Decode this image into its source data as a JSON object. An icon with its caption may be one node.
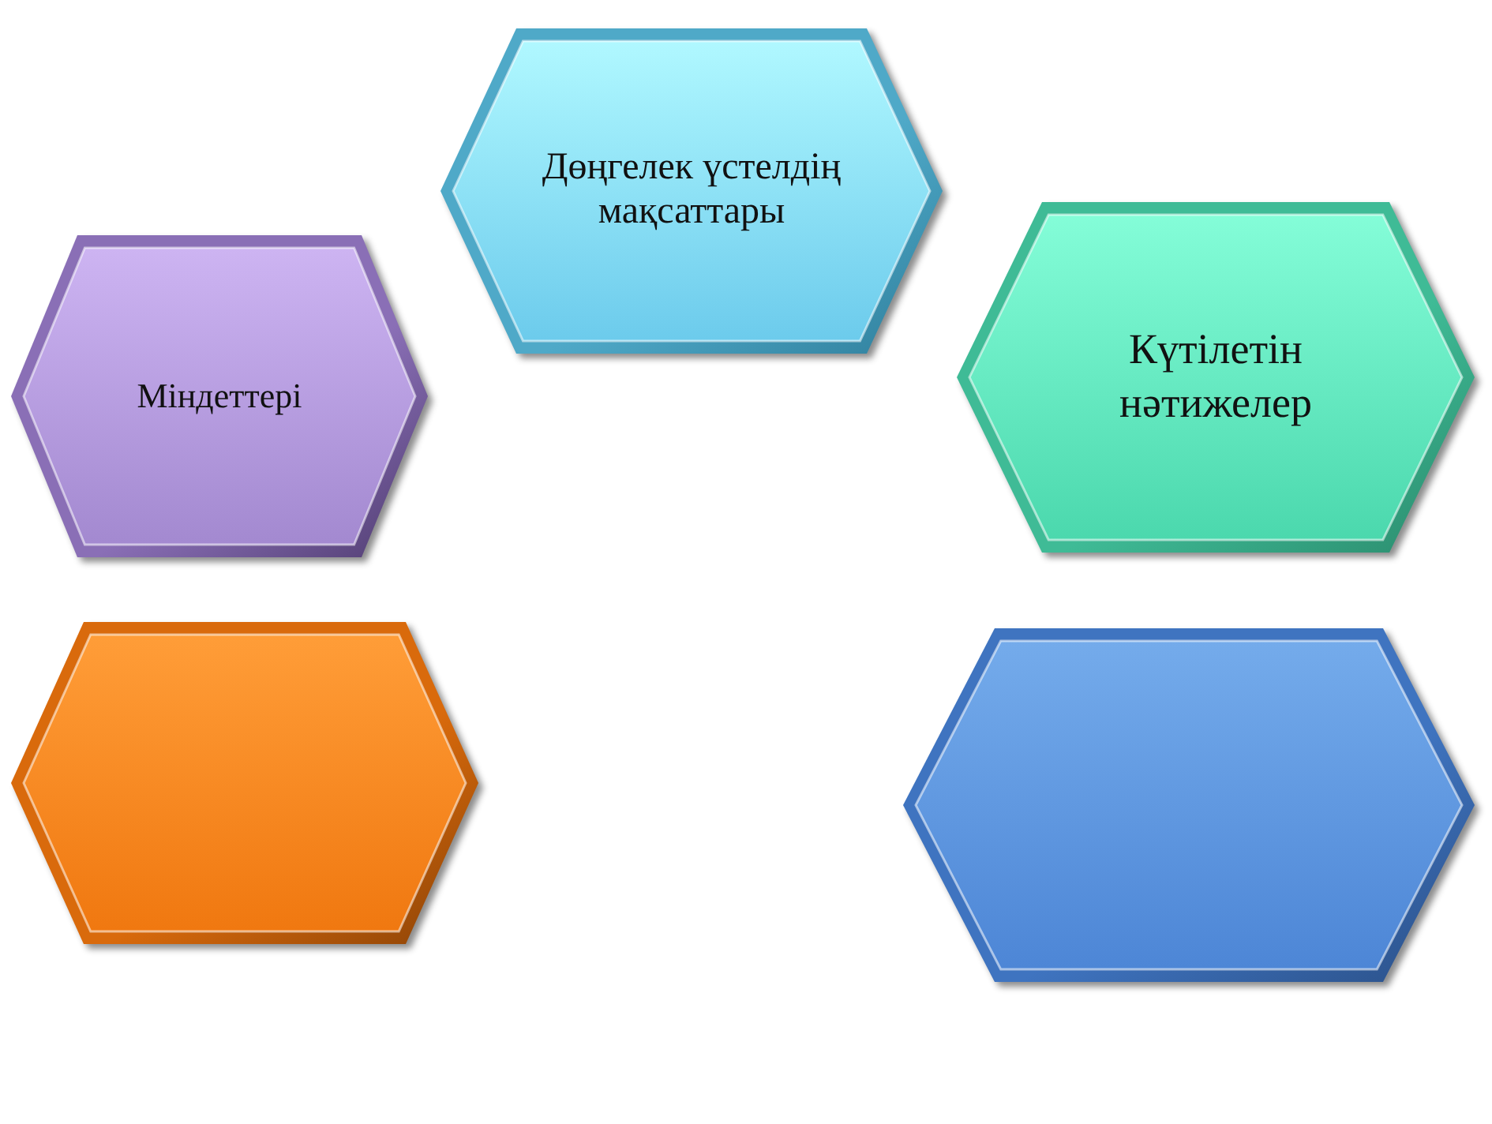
{
  "diagram": {
    "nodes": [
      {
        "text": [
          "Дөңгелек үстелдің мақсаттары"
        ]
      },
      {
        "text": [
          "Міндеттері"
        ]
      },
      {
        "text": [
          "Күтілетін нәтижелер"
        ]
      },
      {
        "text": [],
        "shape": "hexagon"
      },
      {
        "text": [],
        "shape": "hexagon"
      }
    ]
  }
}
